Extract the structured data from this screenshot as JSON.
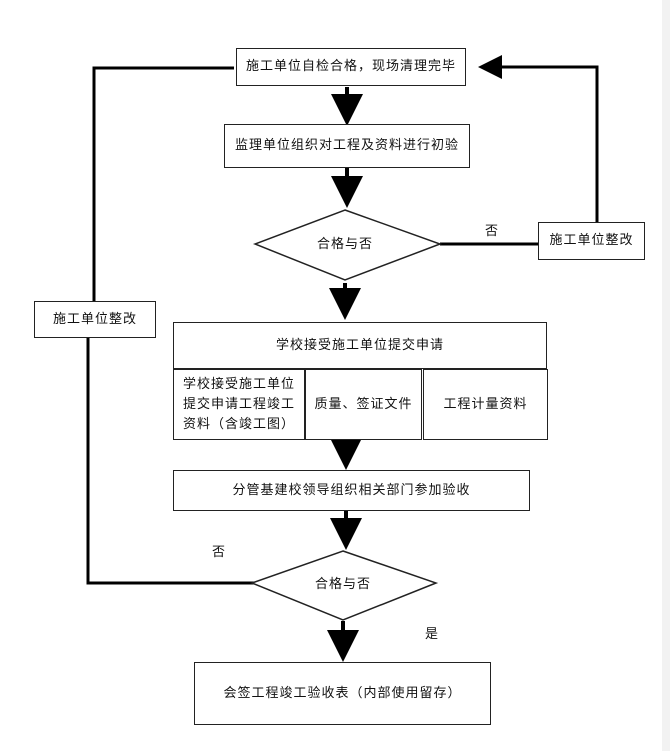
{
  "nodes": {
    "self_check": "施工单位自检合格，现场清理完毕",
    "initial_check": "监理单位组织对工程及资料进行初验",
    "decision1": "合格与否",
    "rectify_right": "施工单位整改",
    "rectify_left": "施工单位整改",
    "school_accept": "学校接受施工单位提交申请",
    "submit_docs": "学校接受施工单位提交申请工程竣工资料（含竣工图）",
    "quality_docs": "质量、签证文件",
    "quantity_docs": "工程计量资料",
    "leaders_accept": "分管基建校领导组织相关部门参加验收",
    "decision2": "合格与否",
    "final_form": "会签工程竣工验收表（内部使用留存）"
  },
  "edge_labels": {
    "no1": "否",
    "no2": "否",
    "yes": "是"
  }
}
